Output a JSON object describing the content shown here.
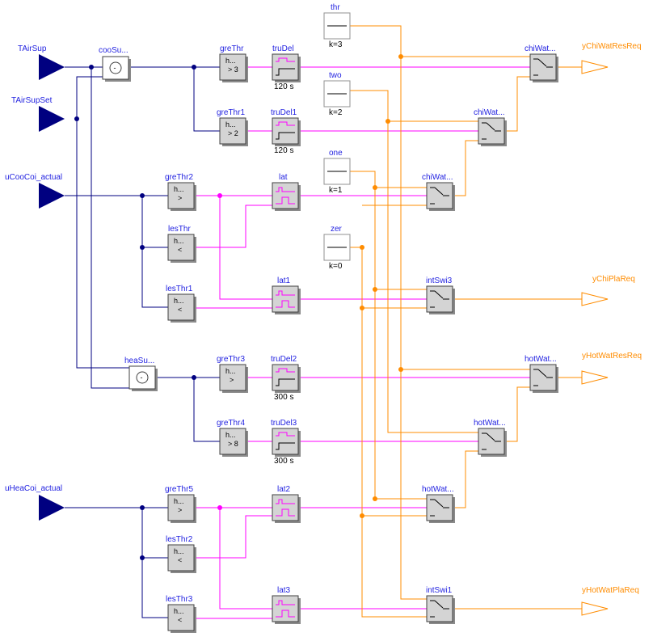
{
  "inputs": {
    "TAirSup": "TAirSup",
    "TAirSupSet": "TAirSupSet",
    "uCooCoi_actual": "uCooCoi_actual",
    "uHeaCoi_actual": "uHeaCoi_actual"
  },
  "outputs": {
    "yChiWatResReq": "yChiWatResReq",
    "yChiPlaReq": "yChiPlaReq",
    "yHotWatResReq": "yHotWatResReq",
    "yHotWatPlaReq": "yHotWatPlaReq"
  },
  "adders": {
    "cooSub": "cooSu...",
    "heaSub": "heaSu...",
    "symbol": "-"
  },
  "compare": {
    "greThr": {
      "name": "greThr",
      "top": "h...",
      "op": "> 3"
    },
    "greThr1": {
      "name": "greThr1",
      "top": "h...",
      "op": "> 2"
    },
    "greThr2": {
      "name": "greThr2",
      "top": "h...",
      "op": ">"
    },
    "lesThr": {
      "name": "lesThr",
      "top": "h...",
      "op": "<"
    },
    "lesThr1": {
      "name": "lesThr1",
      "top": "h...",
      "op": "<"
    },
    "greThr3": {
      "name": "greThr3",
      "top": "h...",
      "op": ">"
    },
    "greThr4": {
      "name": "greThr4",
      "top": "h...",
      "op": "> 8"
    },
    "greThr5": {
      "name": "greThr5",
      "top": "h...",
      "op": ">"
    },
    "lesThr2": {
      "name": "lesThr2",
      "top": "h...",
      "op": "<"
    },
    "lesThr3": {
      "name": "lesThr3",
      "top": "h...",
      "op": "<"
    }
  },
  "delays": {
    "truDel": {
      "name": "truDel",
      "time": "120 s"
    },
    "truDel1": {
      "name": "truDel1",
      "time": "120 s"
    },
    "truDel2": {
      "name": "truDel2",
      "time": "300 s"
    },
    "truDel3": {
      "name": "truDel3",
      "time": "300 s"
    }
  },
  "latches": {
    "lat": "lat",
    "lat1": "lat1",
    "lat2": "lat2",
    "lat3": "lat3"
  },
  "constants": {
    "thr": {
      "name": "thr",
      "k": "k=3"
    },
    "two": {
      "name": "two",
      "k": "k=2"
    },
    "one": {
      "name": "one",
      "k": "k=1"
    },
    "zer": {
      "name": "zer",
      "k": "k=0"
    }
  },
  "switches": {
    "chiWat1": "chiWat...",
    "chiWat2": "chiWat...",
    "chiWat3": "chiWat...",
    "intSwi3": "intSwi3",
    "hotWat1": "hotWat...",
    "hotWat2": "hotWat...",
    "hotWat3": "hotWat...",
    "intSwi1": "intSwi1"
  },
  "colors": {
    "real_signal": "#000080",
    "boolean_signal": "#ff00ff",
    "integer_signal": "#ff8c00",
    "label_text": "#1f1fe0"
  }
}
